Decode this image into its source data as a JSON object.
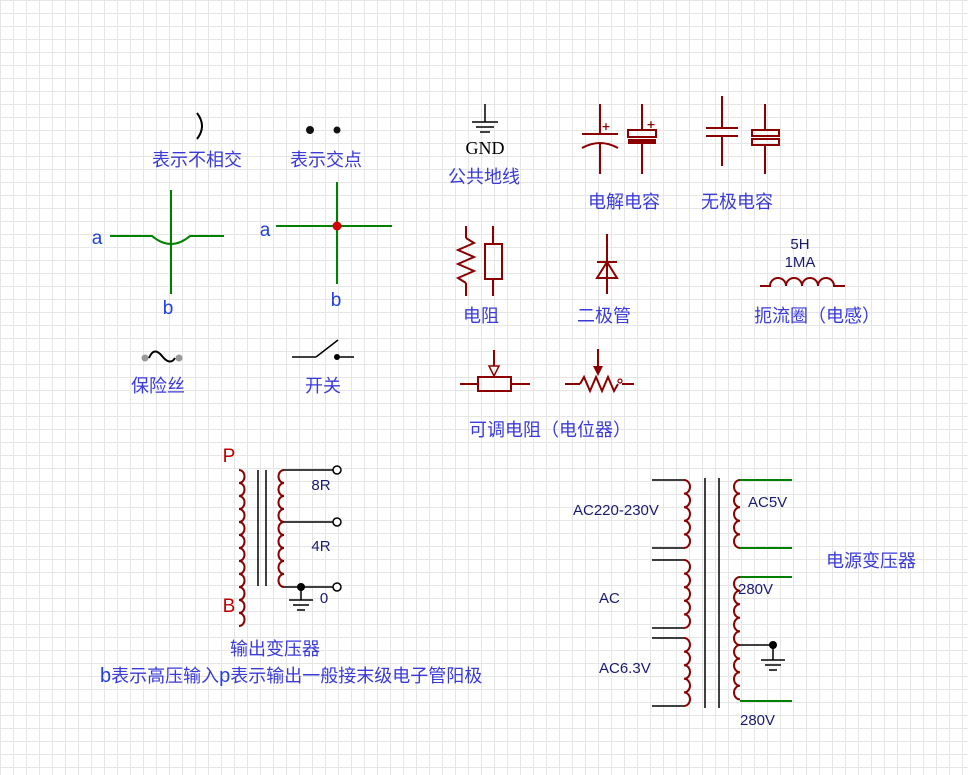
{
  "crossing_no_connect": {
    "caption": "表示不相交",
    "label_a": "a",
    "label_b": "b"
  },
  "crossing_connect": {
    "caption": "表示交点",
    "label_a": "a",
    "label_b": "b"
  },
  "ground": {
    "symbol_text": "GND",
    "caption": "公共地线"
  },
  "electrolytic_cap": {
    "caption": "电解电容",
    "plus": "+"
  },
  "nonpolar_cap": {
    "caption": "无极电容"
  },
  "resistor": {
    "caption": "电阻"
  },
  "diode": {
    "caption": "二极管"
  },
  "inductor": {
    "value": "5H",
    "current": "1MA",
    "caption": "扼流圈（电感）"
  },
  "fuse": {
    "caption": "保险丝"
  },
  "switch": {
    "caption": "开关"
  },
  "potentiometer": {
    "caption": "可调电阻（电位器）"
  },
  "output_transformer": {
    "label_p": "P",
    "label_b": "B",
    "tap_8r": "8R",
    "tap_4r": "4R",
    "tap_0": "0",
    "caption": "输出变压器",
    "note_b": "b",
    "note_text1": "表示高压输入",
    "note_p": "p",
    "note_text2": "表示输出一般接末级电子管阳极"
  },
  "power_transformer": {
    "primary": "AC220-230V",
    "ac": "AC",
    "ac63": "AC6.3V",
    "ac5v": "AC5V",
    "hv1": "280V",
    "hv2": "280V",
    "caption": "电源变压器"
  }
}
